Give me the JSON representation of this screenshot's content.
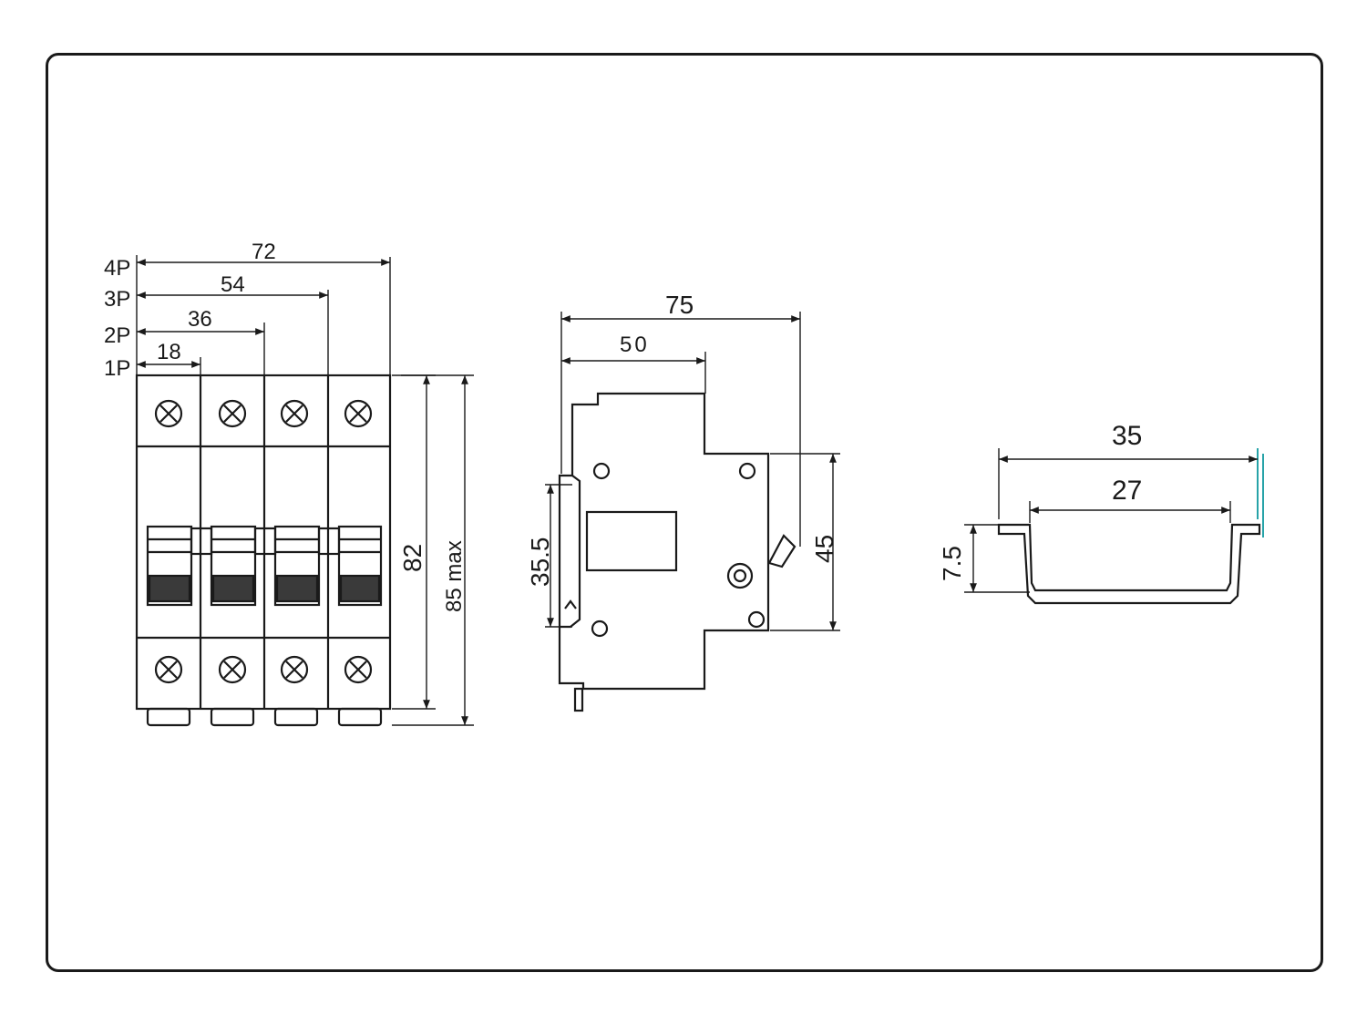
{
  "front_view": {
    "pole_labels": [
      "4P",
      "3P",
      "2P",
      "1P"
    ],
    "width_dims": [
      "72",
      "54",
      "36",
      "18"
    ],
    "height_dim": "82",
    "height_max_dim": "85 max"
  },
  "side_view": {
    "depth_total": "75",
    "depth_front": "50",
    "rail_height": "35.5",
    "face_height": "45"
  },
  "din_rail": {
    "width_outer": "35",
    "width_inner": "27",
    "rail_depth": "7.5"
  },
  "colors": {
    "line": "#1a1a1a",
    "dim_line": "#333333",
    "accent": "#27a3a8"
  }
}
